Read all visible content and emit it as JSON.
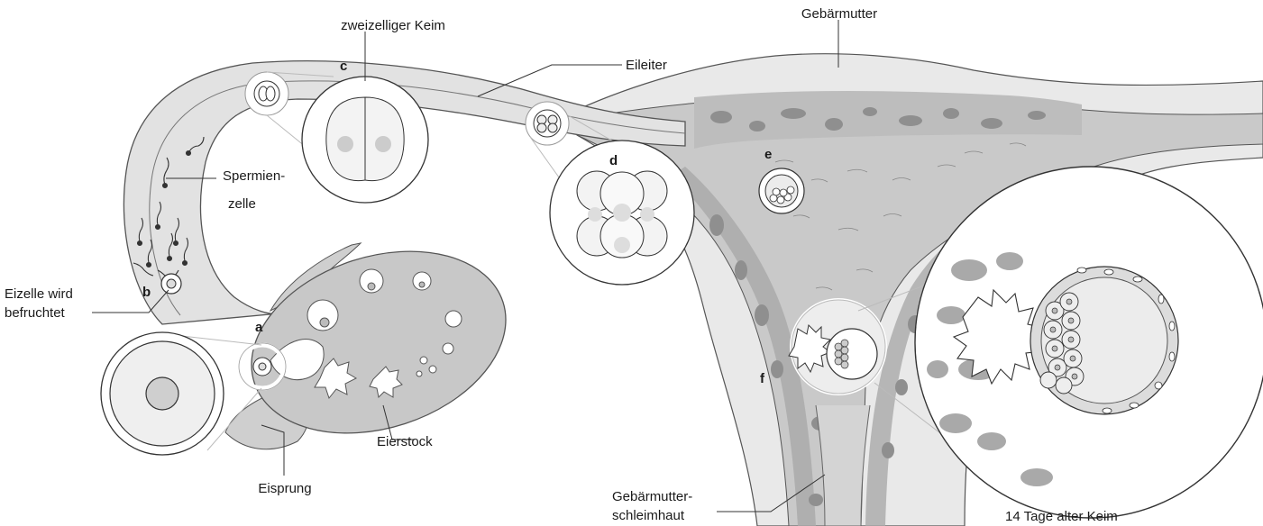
{
  "labels": {
    "zweizellig": "zweizelliger Keim",
    "gebaermutter": "Gebärmutter",
    "eileiter": "Eileiter",
    "spermien_1": "Spermien-",
    "spermien_2": "zelle",
    "eizelle_1": "Eizelle wird",
    "eizelle_2": "befruchtet",
    "eisprung": "Eisprung",
    "eierstock": "Eierstock",
    "schleimhaut_1": "Gebärmutter-",
    "schleimhaut_2": "schleimhaut",
    "keim14": "14 Tage alter Keim"
  },
  "letters": {
    "a": "a",
    "b": "b",
    "c": "c",
    "d": "d",
    "e": "e",
    "f": "f"
  }
}
